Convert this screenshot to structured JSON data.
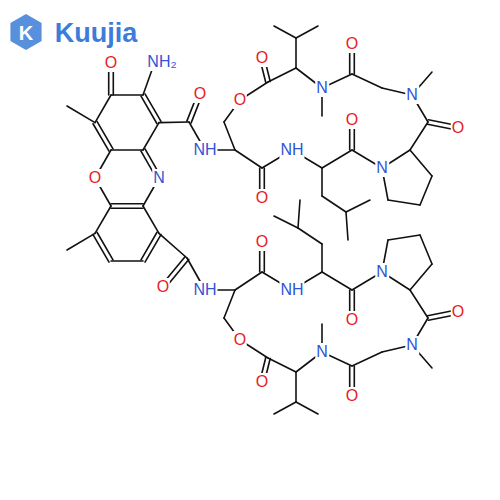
{
  "diagram": {
    "labels": [
      "K",
      "Kuujia",
      "NH₂",
      "O",
      "O",
      "N",
      "O",
      "NH",
      "O",
      "O",
      "O",
      "NH",
      "O",
      "N",
      "O",
      "N",
      "O",
      "N",
      "O",
      "NH",
      "O",
      "O",
      "O",
      "NH",
      "O",
      "N",
      "O",
      "N",
      "O",
      "N"
    ]
  }
}
